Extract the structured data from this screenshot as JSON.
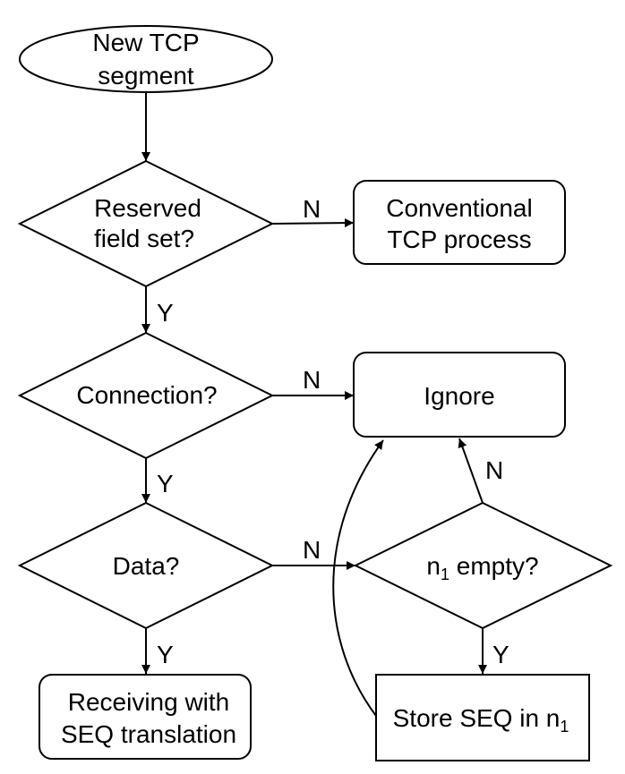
{
  "nodes": {
    "start": {
      "line1": "New TCP",
      "line2": "segment"
    },
    "reserved": {
      "line1": "Reserved",
      "line2": "field set?"
    },
    "conventional": {
      "line1": "Conventional",
      "line2": "TCP process"
    },
    "connection": {
      "label": "Connection?"
    },
    "ignore": {
      "label": "Ignore"
    },
    "data": {
      "label": "Data?"
    },
    "n1_empty": {
      "prefix": "n",
      "subscript": "1",
      "suffix": " empty?"
    },
    "receiving": {
      "line1": "Receiving with",
      "line2": "SEQ translation"
    },
    "store": {
      "prefix": "Store SEQ in n",
      "subscript": "1"
    }
  },
  "edges": {
    "reserved_no": "N",
    "reserved_yes": "Y",
    "connection_no": "N",
    "connection_yes": "Y",
    "data_no": "N",
    "data_yes": "Y",
    "n1_no": "N",
    "n1_yes": "Y"
  }
}
